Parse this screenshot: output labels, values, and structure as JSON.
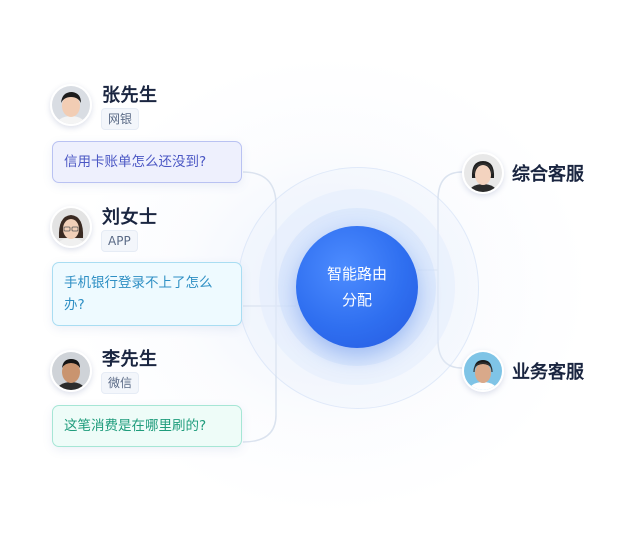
{
  "customers": [
    {
      "name": "张先生",
      "channel": "网银",
      "message": "信用卡账单怎么还没到?"
    },
    {
      "name": "刘女士",
      "channel": "APP",
      "message": "手机银行登录不上了怎么办?"
    },
    {
      "name": "李先生",
      "channel": "微信",
      "message": "这笔消费是在哪里刷的?"
    }
  ],
  "hub": {
    "line1": "智能路由",
    "line2": "分配"
  },
  "agents": [
    {
      "name": "综合客服"
    },
    {
      "name": "业务客服"
    }
  ],
  "colors": {
    "hub": "#2f6ff0",
    "bubble_1": "#4b57c4",
    "bubble_2": "#2e8fc4",
    "bubble_3": "#1f9c7c",
    "connector": "#dbe3ef"
  }
}
